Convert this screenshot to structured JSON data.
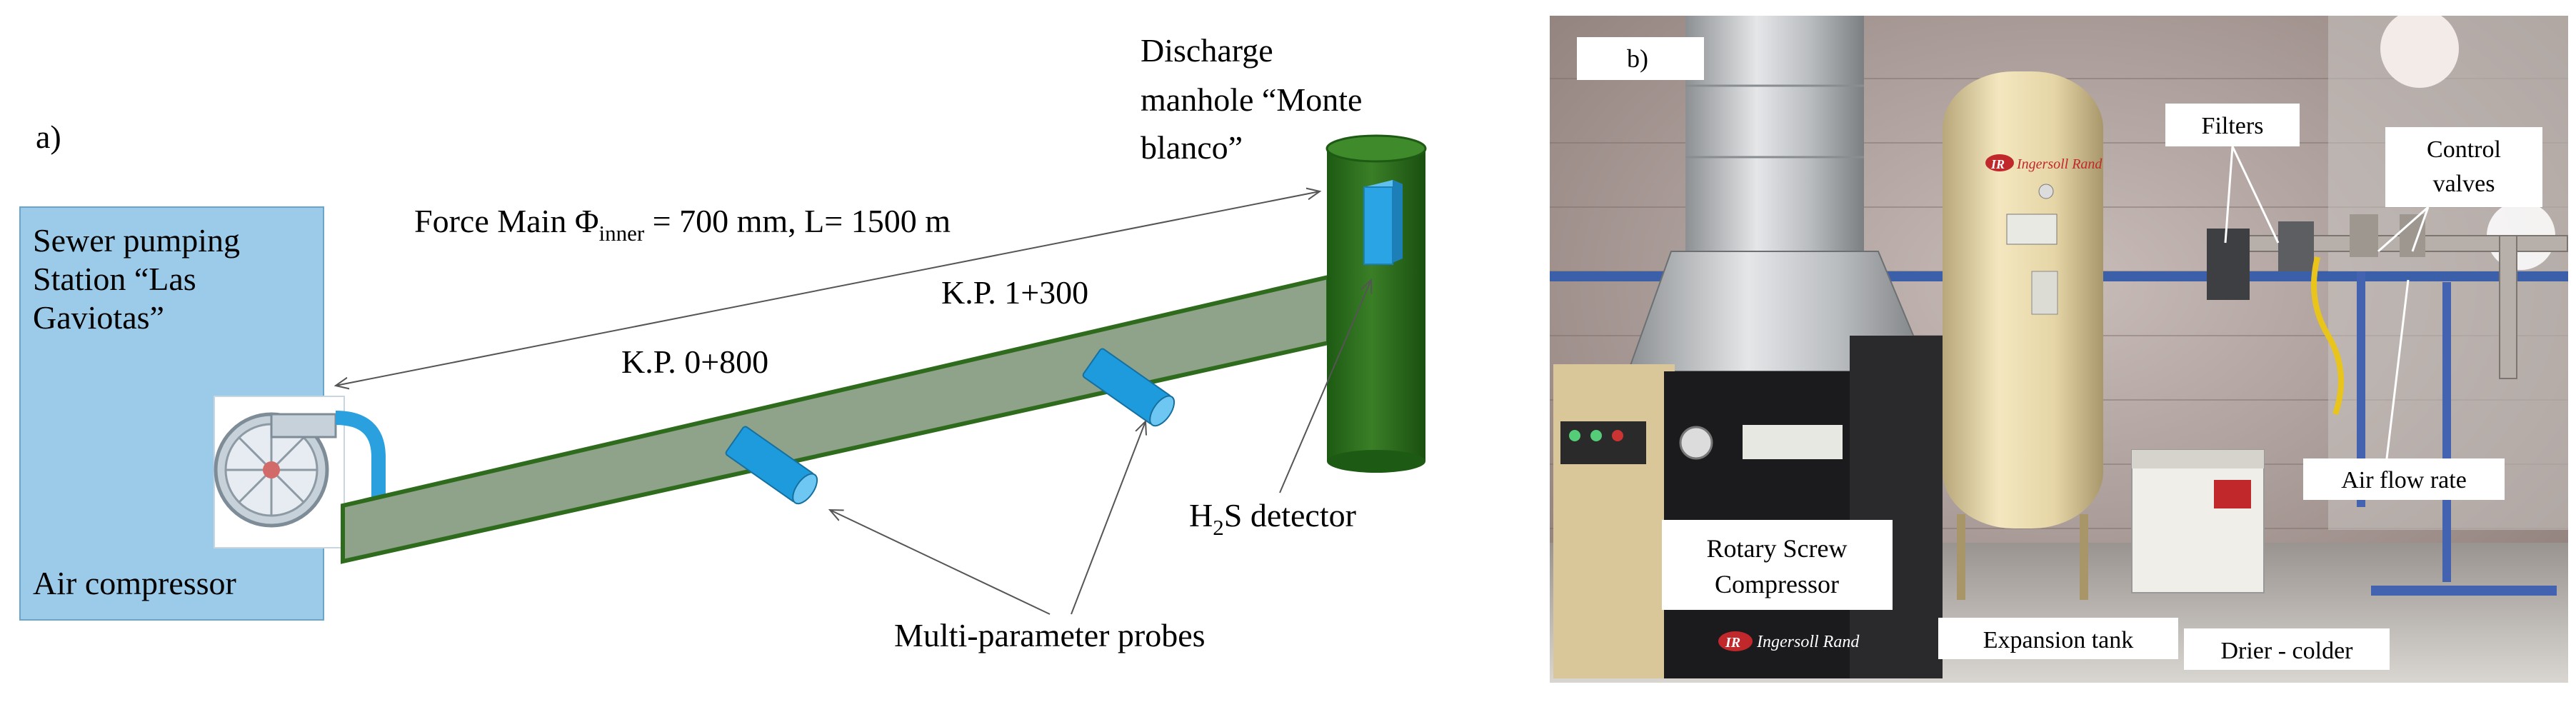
{
  "panel_a": {
    "label": "a)",
    "station": {
      "line1": "Sewer pumping",
      "line2": "Station “Las",
      "line3": "Gaviotas”"
    },
    "compressor_label": "Air compressor",
    "force_main": {
      "prefix": "Force Main Φ",
      "subscript": "inner",
      "suffix": " = 700 mm, L= 1500 m"
    },
    "kp1": "K.P. 0+800",
    "kp2": "K.P. 1+300",
    "discharge": {
      "line1": "Discharge",
      "line2": "manhole “Monte",
      "line3": "blanco”"
    },
    "h2s": {
      "prefix": "H",
      "subscript": "2",
      "suffix": "S detector"
    },
    "probes_label": "Multi-parameter probes",
    "colors": {
      "station_fill": "#9ccae9",
      "pipe_fill": "#8fa38a",
      "pipe_edge": "#2f6b1d",
      "manhole_fill": "#2a6b1c",
      "probe_fill": "#1e9bdc"
    }
  },
  "panel_b": {
    "label": "b)",
    "callouts": {
      "filters": "Filters",
      "control_valves_1": "Control",
      "control_valves_2": "valves",
      "air_flow_rate": "Air flow rate",
      "rotary_1": "Rotary Screw",
      "rotary_2": "Compressor",
      "expansion_tank": "Expansion tank",
      "drier": "Drier - colder"
    },
    "brand_text": "Ingersoll Rand",
    "brand_logo": "IR"
  }
}
